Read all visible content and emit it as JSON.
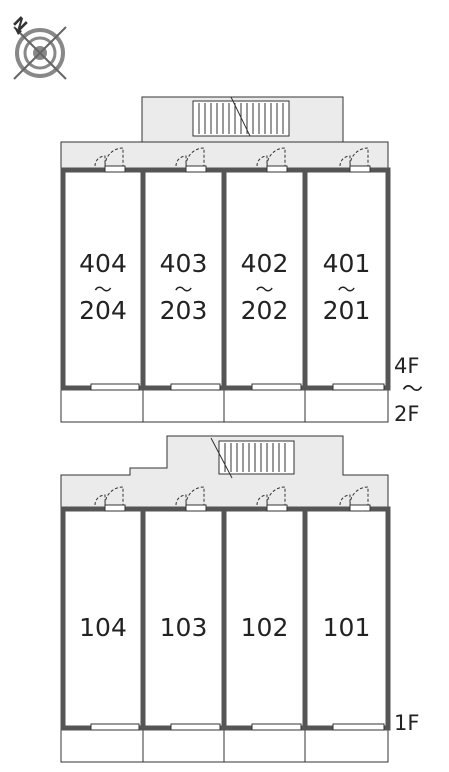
{
  "compass": {
    "north_label": "N"
  },
  "upper_block": {
    "floor_label": [
      "4F",
      "〜",
      "2F"
    ],
    "units": [
      {
        "top": "404",
        "tilde": "〜",
        "bottom": "204"
      },
      {
        "top": "403",
        "tilde": "〜",
        "bottom": "203"
      },
      {
        "top": "402",
        "tilde": "〜",
        "bottom": "202"
      },
      {
        "top": "401",
        "tilde": "〜",
        "bottom": "201"
      }
    ]
  },
  "lower_block": {
    "floor_label": "1F",
    "units": [
      {
        "label": "104"
      },
      {
        "label": "103"
      },
      {
        "label": "102"
      },
      {
        "label": "101"
      }
    ]
  },
  "colors": {
    "wall": "#555555",
    "corridor": "#ebebeb",
    "line": "#333333"
  }
}
